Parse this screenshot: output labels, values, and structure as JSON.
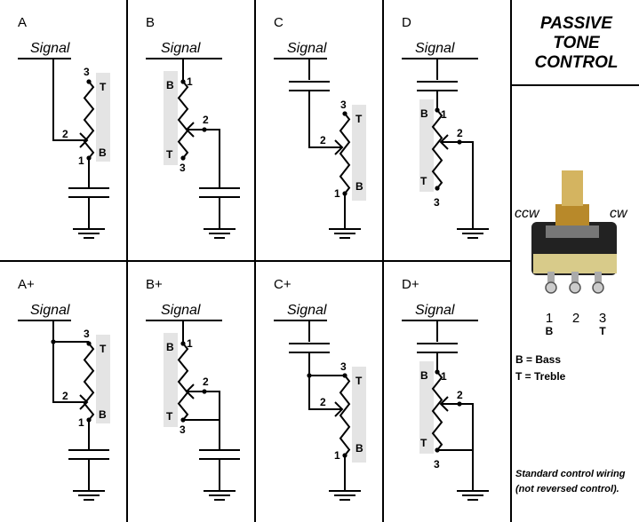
{
  "title_lines": [
    "PASSIVE",
    "TONE",
    "CONTROL"
  ],
  "signal_label": "Signal",
  "pin_labels": {
    "one": "1",
    "two": "2",
    "three": "3"
  },
  "role_labels": {
    "bass": "B",
    "treble": "T"
  },
  "panels": [
    {
      "label": "A"
    },
    {
      "label": "B"
    },
    {
      "label": "C"
    },
    {
      "label": "D"
    },
    {
      "label": "A+"
    },
    {
      "label": "B+"
    },
    {
      "label": "C+"
    },
    {
      "label": "D+"
    }
  ],
  "pot": {
    "ccw": "ccw",
    "cw": "cw",
    "terminals": [
      "1",
      "2",
      "3"
    ],
    "terminal_roles": [
      "B",
      "",
      "T"
    ]
  },
  "legend": {
    "bass": "B = Bass",
    "treble": "T = Treble"
  },
  "note": "Standard control wiring (not reversed control).",
  "colors": {
    "line": "#000000",
    "highlight": "#e4e4e4",
    "background": "#ffffff"
  }
}
